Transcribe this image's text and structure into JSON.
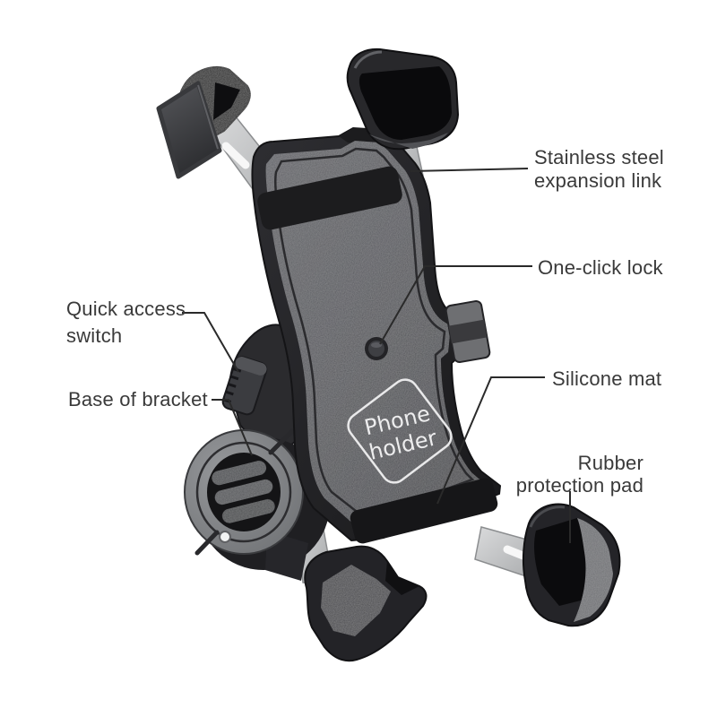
{
  "figure": {
    "type": "annotated-product-photo",
    "subject": "Motorcycle handlebar phone holder",
    "background": "#ffffff",
    "label_color": "#3a3a3a",
    "leader_line_color": "#2a2a2a",
    "body_color": "#54555a",
    "claw_color": "#232327",
    "metal_arm_color": "#c3c5c7"
  },
  "logo": {
    "line1": "Phone",
    "line2": "holder"
  },
  "callouts": {
    "stainless_steel": {
      "line1": "Stainless steel",
      "line2": "expansion link"
    },
    "one_click": {
      "line1": "One-click lock"
    },
    "quick_access": {
      "line1": "Quick access",
      "line2": "switch"
    },
    "base_bracket": {
      "line1": "Base of bracket"
    },
    "silicone_mat": {
      "line1": "Silicone mat"
    },
    "rubber_pad": {
      "line1": "Rubber",
      "line2": "protection pad"
    }
  }
}
